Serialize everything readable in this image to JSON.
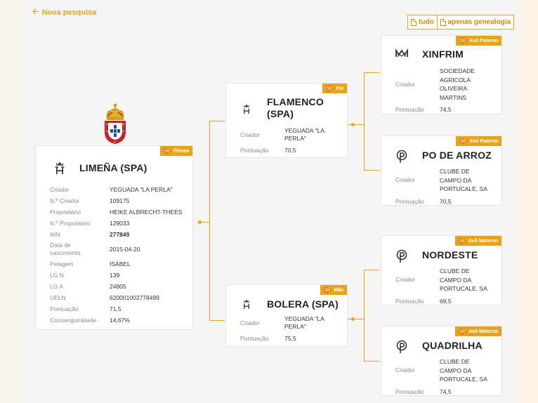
{
  "nav": {
    "back_label": "Nova pesquisa"
  },
  "buttons": {
    "all_label": "tudo",
    "genealogy_label": "apenas genealogia"
  },
  "main_horse": {
    "tag": "Fêmea",
    "name": "LIMEÑA (SPA)",
    "rows": [
      {
        "label": "Criador",
        "value": "YEGUADA \"LA PERLA\""
      },
      {
        "label": "N.º Criador",
        "value": "109175"
      },
      {
        "label": "Proprietário",
        "value": "HEIKE ALBRECHT-THEES"
      },
      {
        "label": "N.º Proprietário",
        "value": "129033"
      },
      {
        "label": "NIN",
        "value": "277849"
      },
      {
        "label": "Data de nascimento",
        "value": "2015-04-20"
      },
      {
        "label": "Pelagem",
        "value": "ISABEL"
      },
      {
        "label": "LG N",
        "value": "139"
      },
      {
        "label": "LG A",
        "value": "24805"
      },
      {
        "label": "UELN",
        "value": "620001002778499"
      },
      {
        "label": "Pontuação",
        "value": "71,5"
      },
      {
        "label": "Consanguinidade",
        "value": "14,67%"
      }
    ]
  },
  "sire": {
    "tag": "Pai",
    "name_line1": "FLAMENCO",
    "name_line2": "(SPA)",
    "breeder_label": "Criador",
    "breeder": "YEGUADA \"LA PERLA\"",
    "score_label": "Pontuação",
    "score": "70,5"
  },
  "dam": {
    "tag": "Mãe",
    "name": "BOLERA (SPA)",
    "breeder_label": "Criador",
    "breeder": "YEGUADA \"LA PERLA\"",
    "score_label": "Pontuação",
    "score": "75,5"
  },
  "grandparents": [
    {
      "tag": "Avô Paterno",
      "name": "XINFRIM",
      "breeder_label": "Criador",
      "breeder": "SOCIEDADE AGRICOLA OLIVEIRA MARTINS",
      "score_label": "Pontuação",
      "score": "74,5",
      "icon": "mm-brand-icon"
    },
    {
      "tag": "Avó Paterna",
      "name": "PO DE ARROZ",
      "breeder_label": "Criador",
      "breeder": "CLUBE DE CAMPO DA PORTUCALE, SA",
      "score_label": "Pontuação",
      "score": "70,5",
      "icon": "p-brand-icon"
    },
    {
      "tag": "Avô Materno",
      "name": "NORDESTE",
      "breeder_label": "Criador",
      "breeder": "CLUBE DE CAMPO DA PORTUCALE, SA",
      "score_label": "Pontuação",
      "score": "69,5",
      "icon": "p-brand-icon"
    },
    {
      "tag": "Avó Materna",
      "name": "QUADRILHA",
      "breeder_label": "Criador",
      "breeder": "CLUBE DE CAMPO DA PORTUCALE, SA",
      "score_label": "Pontuação",
      "score": "74,5",
      "icon": "p-brand-icon"
    }
  ],
  "colors": {
    "accent": "#e8a317"
  }
}
